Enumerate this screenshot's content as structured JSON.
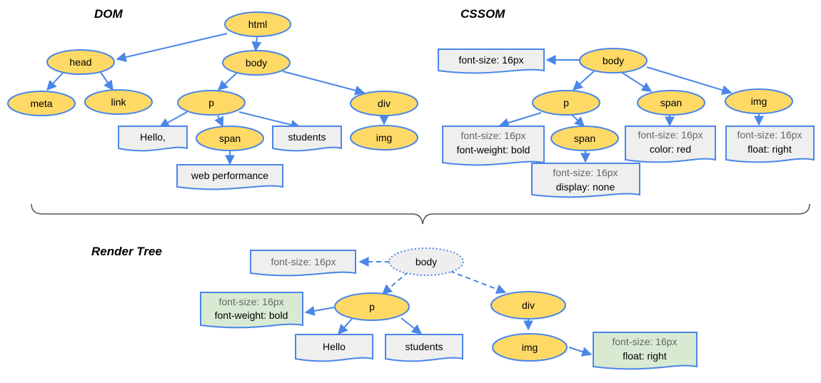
{
  "titles": {
    "dom": "DOM",
    "cssom": "CSSOM",
    "render": "Render Tree"
  },
  "dom": {
    "html": "html",
    "head": "head",
    "body": "body",
    "meta": "meta",
    "link": "link",
    "p": "p",
    "div": "div",
    "span": "span",
    "img": "img",
    "hello": "Hello,",
    "students": "students",
    "web_performance": "web performance"
  },
  "cssom": {
    "body": "body",
    "body_style": "font-size: 16px",
    "p": "p",
    "span": "span",
    "img": "img",
    "p_style": [
      "font-size: 16px",
      "font-weight: bold"
    ],
    "p_span": "span",
    "p_span_style": [
      "font-size: 16px",
      "display: none"
    ],
    "span_style": [
      "font-size: 16px",
      "color: red"
    ],
    "img_style": [
      "font-size: 16px",
      "float: right"
    ]
  },
  "render": {
    "body": "body",
    "body_style": "font-size: 16px",
    "p": "p",
    "p_style": [
      "font-size: 16px",
      "font-weight: bold"
    ],
    "div": "div",
    "hello": "Hello",
    "students": "students",
    "img": "img",
    "img_style": [
      "font-size: 16px",
      "float: right"
    ]
  },
  "colors": {
    "node_fill": "#ffd966",
    "stroke": "#4a86e8",
    "doc_fill": "#efefef",
    "doc_green": "#d9ead3"
  }
}
